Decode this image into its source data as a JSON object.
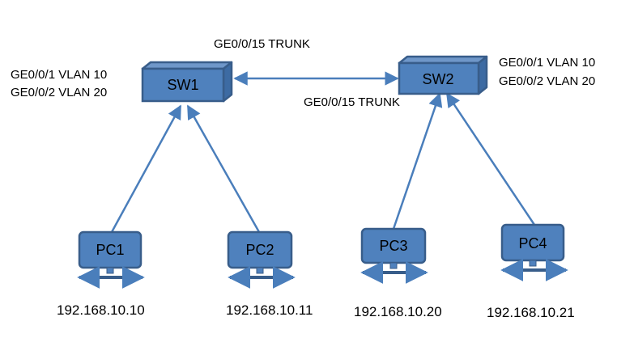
{
  "colors": {
    "device_fill": "#4f81bd",
    "device_stroke": "#385d8a",
    "link": "#4a7ebb",
    "text": "#000000"
  },
  "switches": [
    {
      "name": "SW1",
      "ports": [
        "GE0/0/1 VLAN 10",
        "GE0/0/2 VLAN 20"
      ]
    },
    {
      "name": "SW2",
      "ports": [
        "GE0/0/1 VLAN 10",
        "GE0/0/2 VLAN 20"
      ]
    }
  ],
  "trunk": {
    "sw1_side_label": "GE0/0/15 TRUNK",
    "sw2_side_label": "GE0/0/15 TRUNK"
  },
  "pcs": [
    {
      "name": "PC1",
      "ip": "192.168.10.10",
      "switch": "SW1"
    },
    {
      "name": "PC2",
      "ip": "192.168.10.11",
      "switch": "SW1"
    },
    {
      "name": "PC3",
      "ip": "192.168.10.20",
      "switch": "SW2"
    },
    {
      "name": "PC4",
      "ip": "192.168.10.21",
      "switch": "SW2"
    }
  ]
}
